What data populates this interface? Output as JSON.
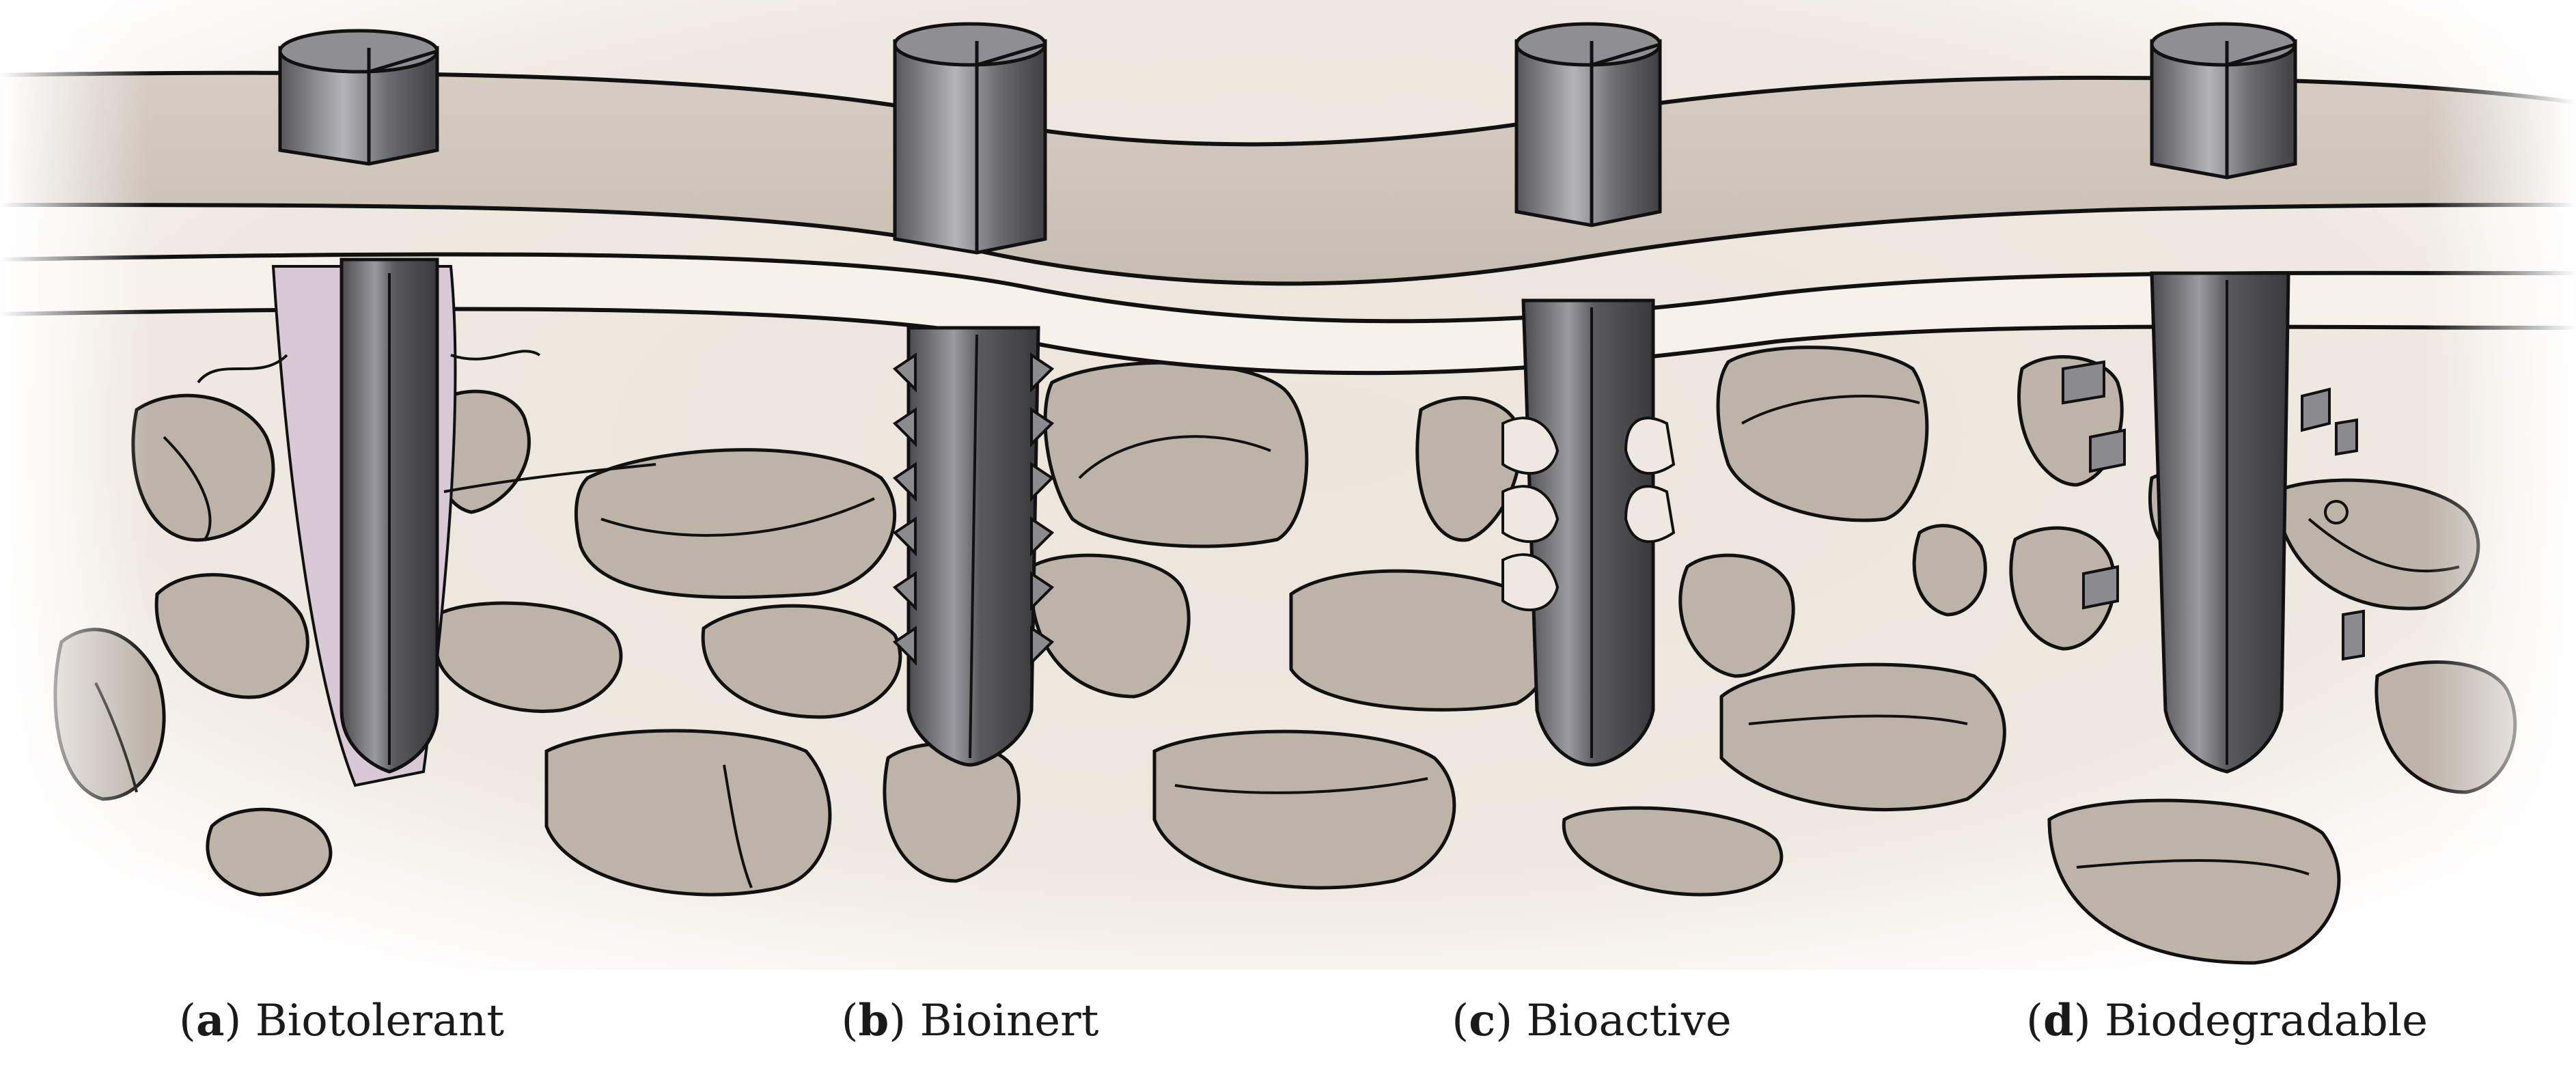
{
  "panels": [
    {
      "letter": "a",
      "label": "Biotolerant"
    },
    {
      "letter": "b",
      "label": "Bioinert"
    },
    {
      "letter": "c",
      "label": "Bioactive"
    },
    {
      "letter": "d",
      "label": "Biodegradable"
    }
  ],
  "colors": {
    "background_bone": "#efe9e1",
    "plate": "#cdc3b9",
    "marrow": "#bdb3a9",
    "screw": "#6e6e72",
    "fibrous_tissue": "#d9c9d6",
    "outline": "#111111"
  }
}
